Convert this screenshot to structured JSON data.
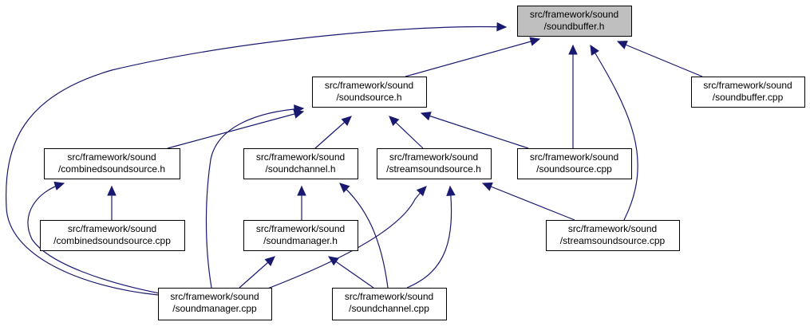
{
  "diagram": {
    "colors": {
      "edge": "#191970",
      "root_fill": "#bfbfbf",
      "node_fill": "#ffffff",
      "node_border": "#000000"
    },
    "nodes": [
      {
        "id": "soundbuffer_h",
        "line1": "src/framework/sound",
        "line2": "/soundbuffer.h",
        "root": true
      },
      {
        "id": "soundsource_h",
        "line1": "src/framework/sound",
        "line2": "/soundsource.h"
      },
      {
        "id": "soundbuffer_cpp",
        "line1": "src/framework/sound",
        "line2": "/soundbuffer.cpp"
      },
      {
        "id": "combinedsoundsource_h",
        "line1": "src/framework/sound",
        "line2": "/combinedsoundsource.h"
      },
      {
        "id": "soundchannel_h",
        "line1": "src/framework/sound",
        "line2": "/soundchannel.h"
      },
      {
        "id": "streamsoundsource_h",
        "line1": "src/framework/sound",
        "line2": "/streamsoundsource.h"
      },
      {
        "id": "soundsource_cpp",
        "line1": "src/framework/sound",
        "line2": "/soundsource.cpp"
      },
      {
        "id": "combinedsoundsource_cpp",
        "line1": "src/framework/sound",
        "line2": "/combinedsoundsource.cpp"
      },
      {
        "id": "soundmanager_h",
        "line1": "src/framework/sound",
        "line2": "/soundmanager.h"
      },
      {
        "id": "streamsoundsource_cpp",
        "line1": "src/framework/sound",
        "line2": "/streamsoundsource.cpp"
      },
      {
        "id": "soundmanager_cpp",
        "line1": "src/framework/sound",
        "line2": "/soundmanager.cpp"
      },
      {
        "id": "soundchannel_cpp",
        "line1": "src/framework/sound",
        "line2": "/soundchannel.cpp"
      }
    ],
    "edges": [
      {
        "from": "soundsource_h",
        "to": "soundbuffer_h"
      },
      {
        "from": "soundbuffer_cpp",
        "to": "soundbuffer_h"
      },
      {
        "from": "soundsource_cpp",
        "to": "soundbuffer_h"
      },
      {
        "from": "streamsoundsource_cpp",
        "to": "soundbuffer_h"
      },
      {
        "from": "soundmanager_cpp",
        "to": "soundbuffer_h"
      },
      {
        "from": "combinedsoundsource_h",
        "to": "soundsource_h"
      },
      {
        "from": "soundchannel_h",
        "to": "soundsource_h"
      },
      {
        "from": "streamsoundsource_h",
        "to": "soundsource_h"
      },
      {
        "from": "soundsource_cpp",
        "to": "soundsource_h"
      },
      {
        "from": "soundmanager_cpp",
        "to": "soundsource_h"
      },
      {
        "from": "combinedsoundsource_cpp",
        "to": "combinedsoundsource_h"
      },
      {
        "from": "soundmanager_cpp",
        "to": "combinedsoundsource_h"
      },
      {
        "from": "soundmanager_h",
        "to": "soundchannel_h"
      },
      {
        "from": "soundchannel_cpp",
        "to": "soundchannel_h"
      },
      {
        "from": "streamsoundsource_cpp",
        "to": "streamsoundsource_h"
      },
      {
        "from": "soundmanager_cpp",
        "to": "streamsoundsource_h"
      },
      {
        "from": "soundchannel_cpp",
        "to": "streamsoundsource_h"
      },
      {
        "from": "soundmanager_cpp",
        "to": "soundmanager_h"
      },
      {
        "from": "soundchannel_cpp",
        "to": "soundmanager_h"
      }
    ]
  }
}
